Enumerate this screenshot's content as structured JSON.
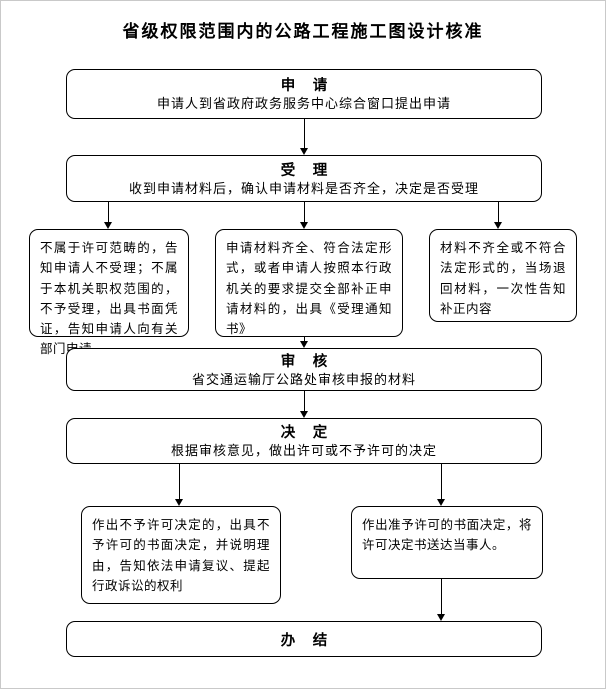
{
  "title": "省级权限范围内的公路工程施工图设计核准",
  "colors": {
    "line": "#000000",
    "background": "#ffffff",
    "text": "#000000"
  },
  "nodes": {
    "apply": {
      "heading": "申 请",
      "body": "申请人到省政府政务服务中心综合窗口提出申请"
    },
    "accept": {
      "heading": "受 理",
      "body": "收到申请材料后，确认申请材料是否齐全，决定是否受理"
    },
    "branch_left": {
      "body": "不属于许可范畴的，告知申请人不受理；不属于本机关职权范围的，不予受理，出具书面凭证，告知申请人向有关部门申请"
    },
    "branch_middle": {
      "body": "申请材料齐全、符合法定形式，或者申请人按照本行政机关的要求提交全部补正申请材料的，出具《受理通知书》"
    },
    "branch_right": {
      "body": "材料不齐全或不符合法定形式的，当场退回材料，一次性告知补正内容"
    },
    "review": {
      "heading": "审 核",
      "body": "省交通运输厅公路处审核申报的材料"
    },
    "decide": {
      "heading": "决 定",
      "body": "根据审核意见，做出许可或不予许可的决定"
    },
    "deny": {
      "body": "作出不予许可决定的，出具不予许可的书面决定，并说明理由，告知依法申请复议、提起行政诉讼的权利"
    },
    "grant": {
      "body": "作出准予许可的书面决定，将许可决定书送达当事人。"
    },
    "finish": {
      "heading": "办 结"
    }
  }
}
